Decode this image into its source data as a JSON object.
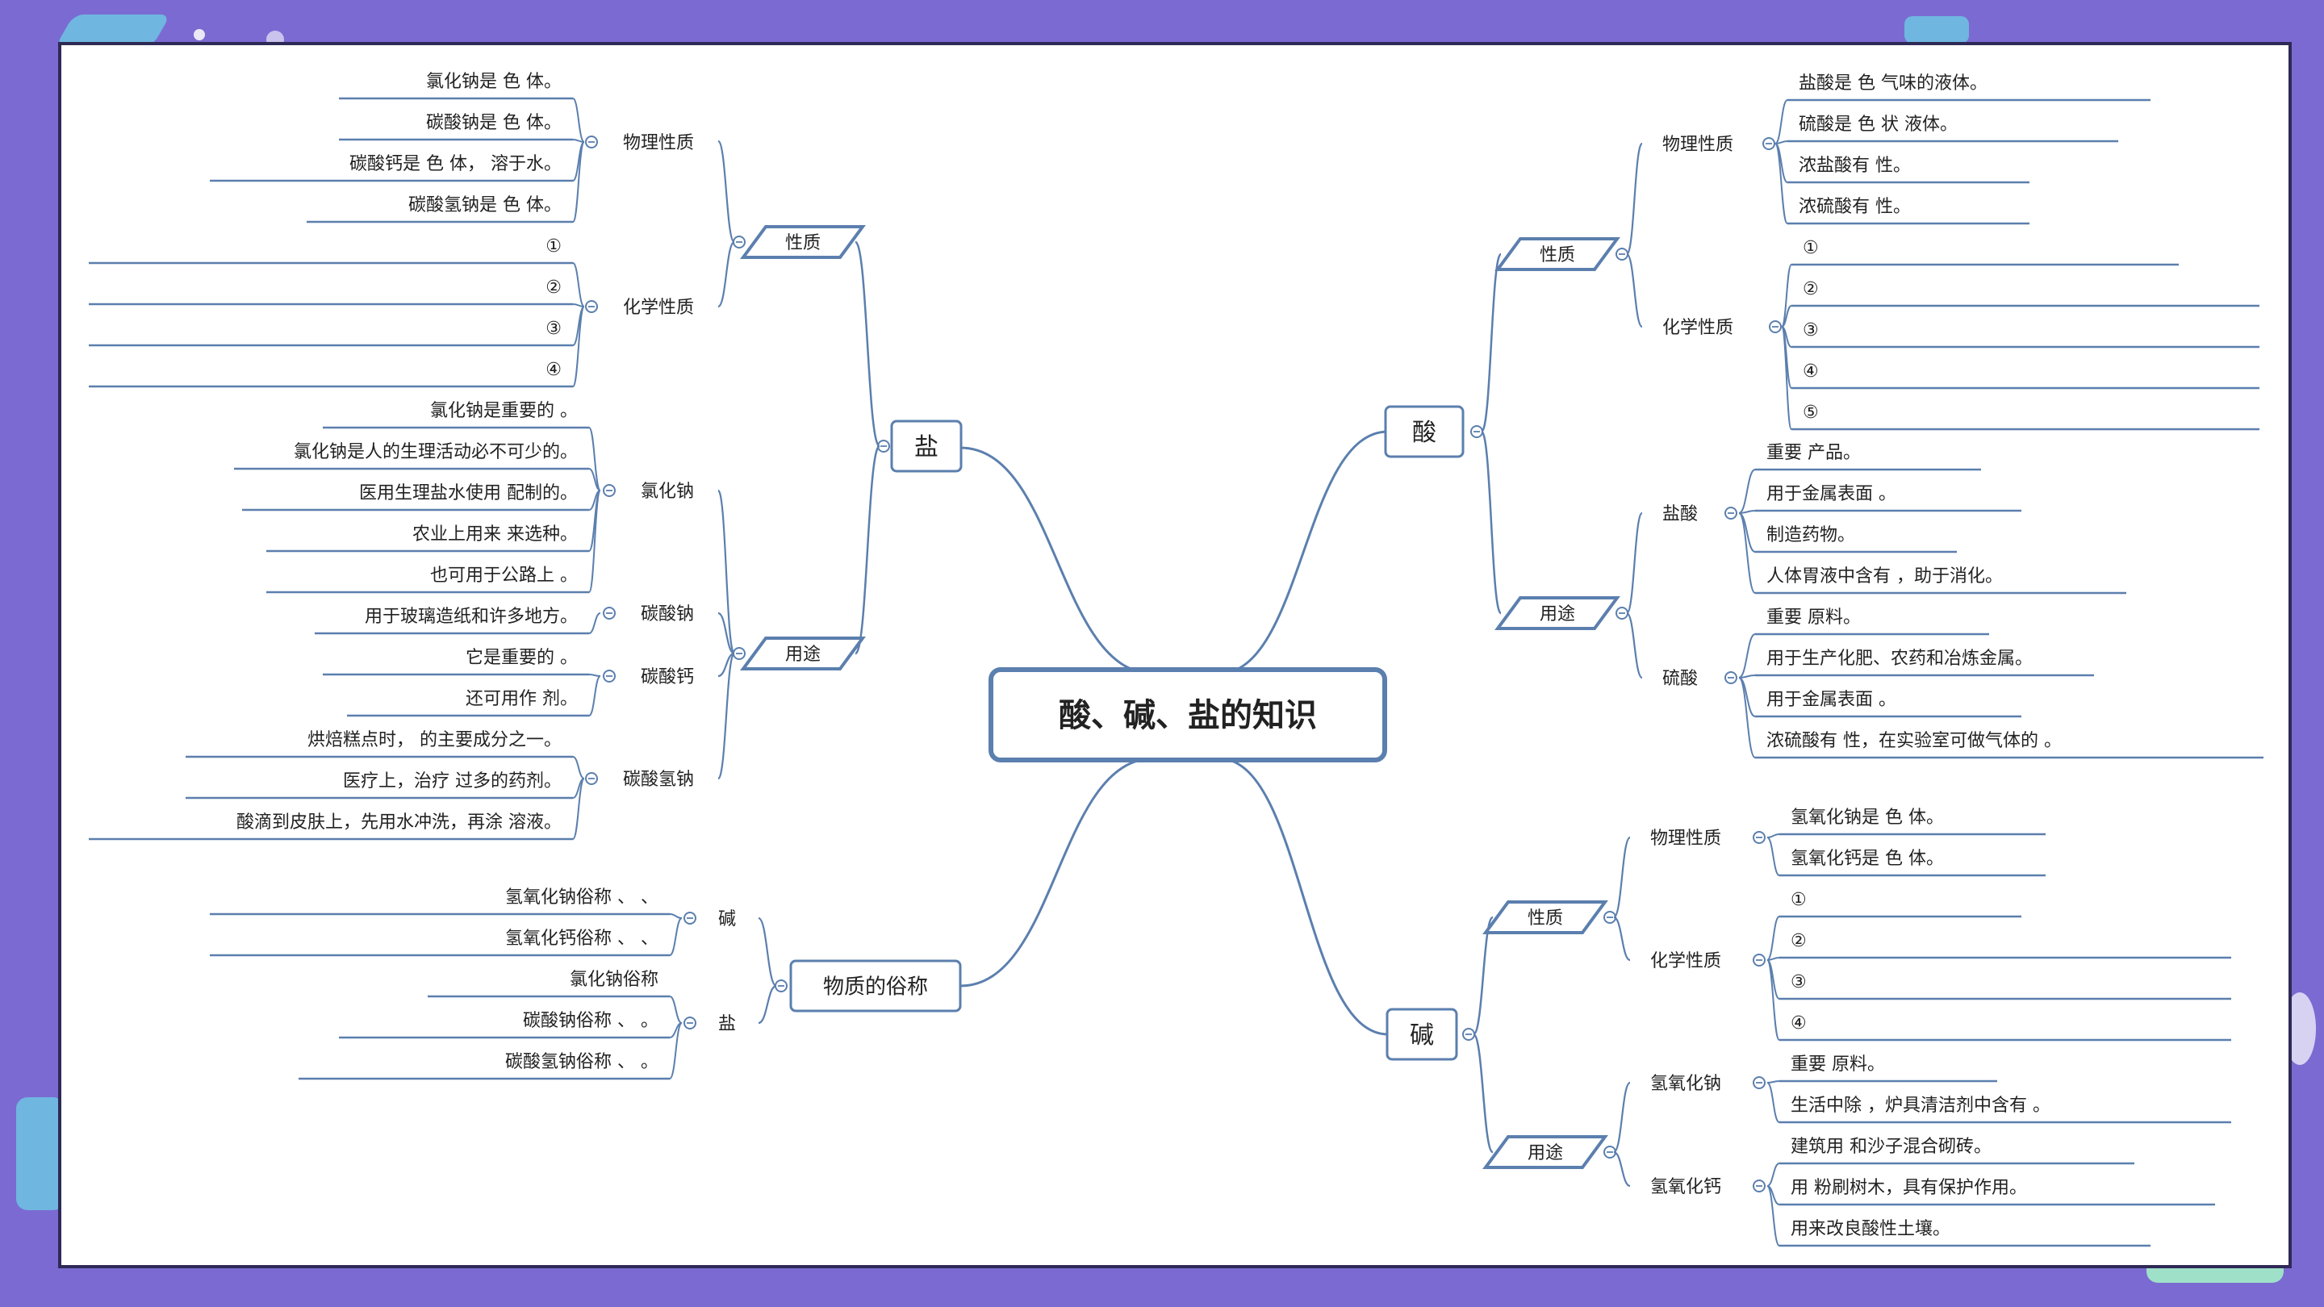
{
  "title": "酸、碱、盐的知识",
  "colors": {
    "background": "#7b6ad2",
    "line": "#5b7fae",
    "node_border": "#5b7fae",
    "text": "#222222"
  },
  "branches": {
    "salt": {
      "label": "盐",
      "properties": {
        "label": "性质",
        "physical": {
          "label": "物理性质",
          "items": [
            "氯化钠是 色 体。",
            "碳酸钠是 色 体。",
            "碳酸钙是 色 体， 溶于水。",
            "碳酸氢钠是 色 体。"
          ]
        },
        "chemical": {
          "label": "化学性质",
          "items": [
            "①",
            "②",
            "③",
            "④"
          ]
        }
      },
      "uses": {
        "label": "用途",
        "nacl": {
          "label": "氯化钠",
          "items": [
            "氯化钠是重要的 。",
            "氯化钠是人的生理活动必不可少的。",
            "医用生理盐水使用 配制的。",
            "农业上用来 来选种。",
            "也可用于公路上 。"
          ]
        },
        "na2co3": {
          "label": "碳酸钠",
          "items": [
            "用于玻璃造纸和许多地方。"
          ]
        },
        "caco3": {
          "label": "碳酸钙",
          "items": [
            "它是重要的 。",
            "还可用作 剂。"
          ]
        },
        "nahco3": {
          "label": "碳酸氢钠",
          "items": [
            "烘焙糕点时， 的主要成分之一。",
            "医疗上，治疗 过多的药剂。",
            "酸滴到皮肤上，先用水冲洗，再涂 溶液。"
          ]
        }
      }
    },
    "names": {
      "label": "物质的俗称",
      "base": {
        "label": "碱",
        "items": [
          "氢氧化钠俗称 、 、",
          "氢氧化钙俗称 、 、"
        ]
      },
      "salt": {
        "label": "盐",
        "items": [
          "氯化钠俗称",
          "碳酸钠俗称 、 。",
          "碳酸氢钠俗称 、 。"
        ]
      }
    },
    "acid": {
      "label": "酸",
      "properties": {
        "label": "性质",
        "physical": {
          "label": "物理性质",
          "items": [
            "盐酸是 色 气味的液体。",
            "硫酸是 色 状 液体。",
            "浓盐酸有 性。",
            "浓硫酸有 性。"
          ]
        },
        "chemical": {
          "label": "化学性质",
          "items": [
            "①",
            "②",
            "③",
            "④",
            "⑤"
          ]
        }
      },
      "uses": {
        "label": "用途",
        "hcl": {
          "label": "盐酸",
          "items": [
            "重要 产品。",
            "用于金属表面 。",
            "制造药物。",
            "人体胃液中含有 ，助于消化。"
          ]
        },
        "h2so4": {
          "label": "硫酸",
          "items": [
            "重要 原料。",
            "用于生产化肥、农药和冶炼金属。",
            "用于金属表面 。",
            "浓硫酸有 性，在实验室可做气体的 。"
          ]
        }
      }
    },
    "base": {
      "label": "碱",
      "properties": {
        "label": "性质",
        "physical": {
          "label": "物理性质",
          "items": [
            "氢氧化钠是 色 体。",
            "氢氧化钙是 色 体。"
          ]
        },
        "chemical": {
          "label": "化学性质",
          "items": [
            "①",
            "②",
            "③",
            "④"
          ]
        }
      },
      "uses": {
        "label": "用途",
        "naoh": {
          "label": "氢氧化钠",
          "items": [
            "重要 原料。",
            "生活中除 ，炉具清洁剂中含有 。"
          ]
        },
        "caoh2": {
          "label": "氢氧化钙",
          "items": [
            "建筑用 和沙子混合砌砖。",
            "用 粉刷树木，具有保护作用。",
            "用来改良酸性土壤。"
          ]
        }
      }
    }
  }
}
